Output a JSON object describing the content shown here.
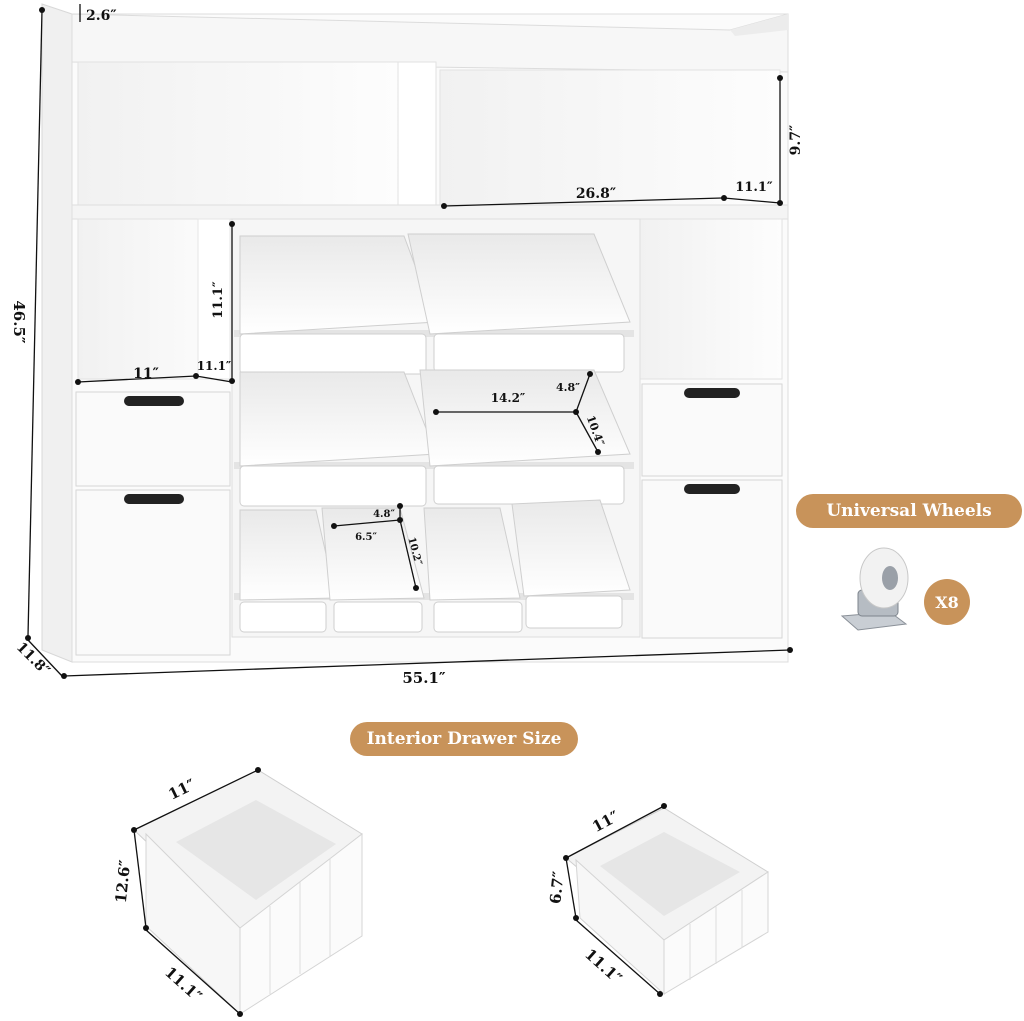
{
  "accent_color": "#c8935a",
  "dimensions": {
    "top_rail": "2.6″",
    "total_height": "46.5″",
    "depth": "11.8″",
    "total_width": "55.1″",
    "top_shelf_height": "9.7″",
    "top_shelf_width": "26.8″",
    "top_shelf_depth": "11.1″",
    "side_cube_height": "11.1″",
    "side_cube_width": "11″",
    "side_cube_depth": "11.1″",
    "large_bin_width": "14.2″",
    "large_bin_height": "4.8″",
    "large_bin_depth": "10.4″",
    "small_bin_height": "4.8″",
    "small_bin_width": "6.5″",
    "small_bin_depth": "10.2″"
  },
  "wheels": {
    "label": "Universal Wheels",
    "count": "X8",
    "icon": "caster-wheel-icon"
  },
  "interior": {
    "label": "Interior Drawer Size",
    "large_drawer": {
      "width": "11″",
      "height": "12.6″",
      "depth": "11.1″"
    },
    "small_drawer": {
      "width": "11″",
      "height": "6.7″",
      "depth": "11.1″"
    }
  }
}
